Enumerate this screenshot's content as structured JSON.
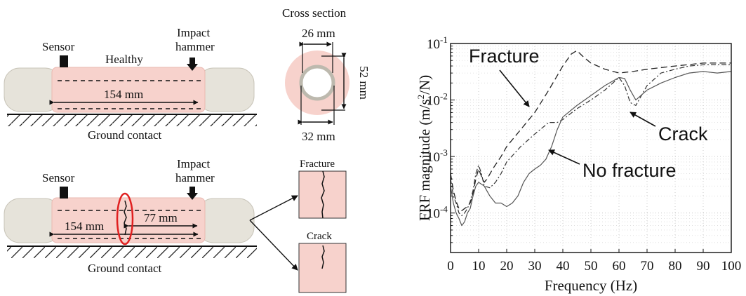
{
  "diagram": {
    "cross_section": {
      "title": "Cross section",
      "inner_dim": "26 mm",
      "height_dim": "52 mm",
      "outer_dim": "32 mm"
    },
    "healthy_model": {
      "state_label": "Healthy",
      "sensor_label": "Sensor",
      "hammer_line1": "Impact",
      "hammer_line2": "hammer",
      "length_label": "154 mm",
      "ground_label": "Ground contact"
    },
    "damaged_model": {
      "sensor_label": "Sensor",
      "hammer_line1": "Impact",
      "hammer_line2": "hammer",
      "length_label": "154 mm",
      "offset_label": "77 mm",
      "ground_label": "Ground contact"
    },
    "insets": {
      "fracture_label": "Fracture",
      "crack_label": "Crack"
    },
    "colors": {
      "bone": "#e6e3da",
      "soft_tissue": "#f7d2cc",
      "highlight": "#e02020",
      "ink": "#111111"
    }
  },
  "chart_data": {
    "type": "line",
    "xlabel": "Frequency (Hz)",
    "ylabel_prefix": "FRF magnitude (m/s",
    "ylabel_sup": "2",
    "ylabel_suffix": "/N)",
    "xlim": [
      0,
      100
    ],
    "ylim": [
      2e-05,
      0.1
    ],
    "yscale": "log",
    "grid": true,
    "x_ticks": [
      "0",
      "10",
      "20",
      "30",
      "40",
      "50",
      "60",
      "70",
      "80",
      "90",
      "100"
    ],
    "y_ticks": [
      {
        "base": "10",
        "exp": "-1",
        "value": 0.1
      },
      {
        "base": "10",
        "exp": "-2",
        "value": 0.01
      },
      {
        "base": "10",
        "exp": "-3",
        "value": 0.001
      },
      {
        "base": "10",
        "exp": "-4",
        "value": 0.0001
      }
    ],
    "annotations": {
      "fracture": "Fracture",
      "crack": "Crack",
      "no_fracture": "No fracture"
    },
    "series": [
      {
        "key": "fracture",
        "style": "dashed",
        "x": [
          0,
          1,
          2,
          3,
          4,
          5,
          6,
          7,
          8,
          9,
          10,
          11,
          12,
          13,
          15,
          18,
          20,
          25,
          30,
          35,
          40,
          43,
          45,
          47,
          50,
          55,
          60,
          65,
          70,
          80,
          90,
          100
        ],
        "y": [
          0.0005,
          0.00025,
          0.00016,
          0.00012,
          0.00011,
          0.00012,
          0.00013,
          0.00015,
          0.00022,
          0.0004,
          0.0006,
          0.00045,
          0.00035,
          0.0004,
          0.0006,
          0.001,
          0.0015,
          0.003,
          0.006,
          0.015,
          0.04,
          0.065,
          0.075,
          0.06,
          0.045,
          0.035,
          0.03,
          0.032,
          0.035,
          0.04,
          0.045,
          0.045
        ]
      },
      {
        "key": "crack",
        "style": "dashdot",
        "x": [
          0,
          1,
          2,
          3,
          4,
          5,
          6,
          7,
          8,
          9,
          10,
          11,
          12,
          14,
          16,
          18,
          20,
          25,
          30,
          35,
          38,
          40,
          45,
          50,
          55,
          60,
          62,
          64,
          66,
          68,
          70,
          75,
          80,
          85,
          90,
          95,
          100
        ],
        "y": [
          0.0004,
          0.0002,
          0.00015,
          0.0001,
          9e-05,
          0.0001,
          0.00012,
          0.00016,
          0.00025,
          0.0005,
          0.0007,
          0.0005,
          0.0003,
          0.00028,
          0.00035,
          0.0005,
          0.0008,
          0.0015,
          0.0025,
          0.004,
          0.004,
          0.0045,
          0.007,
          0.01,
          0.015,
          0.025,
          0.018,
          0.009,
          0.008,
          0.012,
          0.018,
          0.03,
          0.035,
          0.04,
          0.042,
          0.042,
          0.042
        ]
      },
      {
        "key": "no_fracture",
        "style": "solid",
        "x": [
          0,
          1,
          2,
          3,
          4,
          5,
          6,
          7,
          8,
          9,
          10,
          12,
          14,
          16,
          18,
          20,
          22,
          24,
          26,
          28,
          30,
          32,
          34,
          36,
          38,
          40,
          45,
          50,
          55,
          60,
          62,
          64,
          66,
          70,
          75,
          80,
          85,
          90,
          95,
          100
        ],
        "y": [
          0.0003,
          0.00015,
          0.0001,
          8e-05,
          6e-05,
          7e-05,
          0.0001,
          0.00012,
          0.0002,
          0.0003,
          0.00035,
          0.0003,
          0.0002,
          0.00015,
          0.00015,
          0.00013,
          0.00015,
          0.0002,
          0.00035,
          0.0005,
          0.0006,
          0.0007,
          0.0009,
          0.0015,
          0.003,
          0.005,
          0.008,
          0.012,
          0.018,
          0.025,
          0.024,
          0.015,
          0.01,
          0.015,
          0.02,
          0.025,
          0.03,
          0.032,
          0.03,
          0.032
        ]
      }
    ]
  }
}
